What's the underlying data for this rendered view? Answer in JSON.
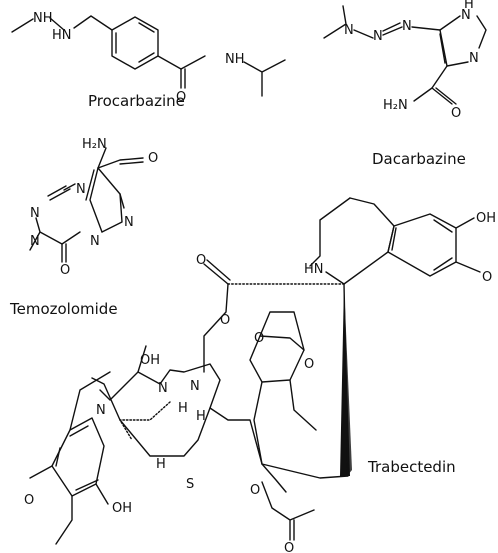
{
  "labels": {
    "procarbazine": "Procarbazine",
    "dacarbazine": "Dacarbazine",
    "temozolomide": "Temozolomide",
    "trabectedin": "Trabectedin"
  },
  "atoms": {
    "nh": "NH",
    "hn": "HN",
    "h": "H",
    "n": "N",
    "o": "O",
    "s": "S",
    "oh": "OH",
    "h2n": "H₂N"
  },
  "colors": {
    "ink": "#111111",
    "background": "#ffffff"
  }
}
